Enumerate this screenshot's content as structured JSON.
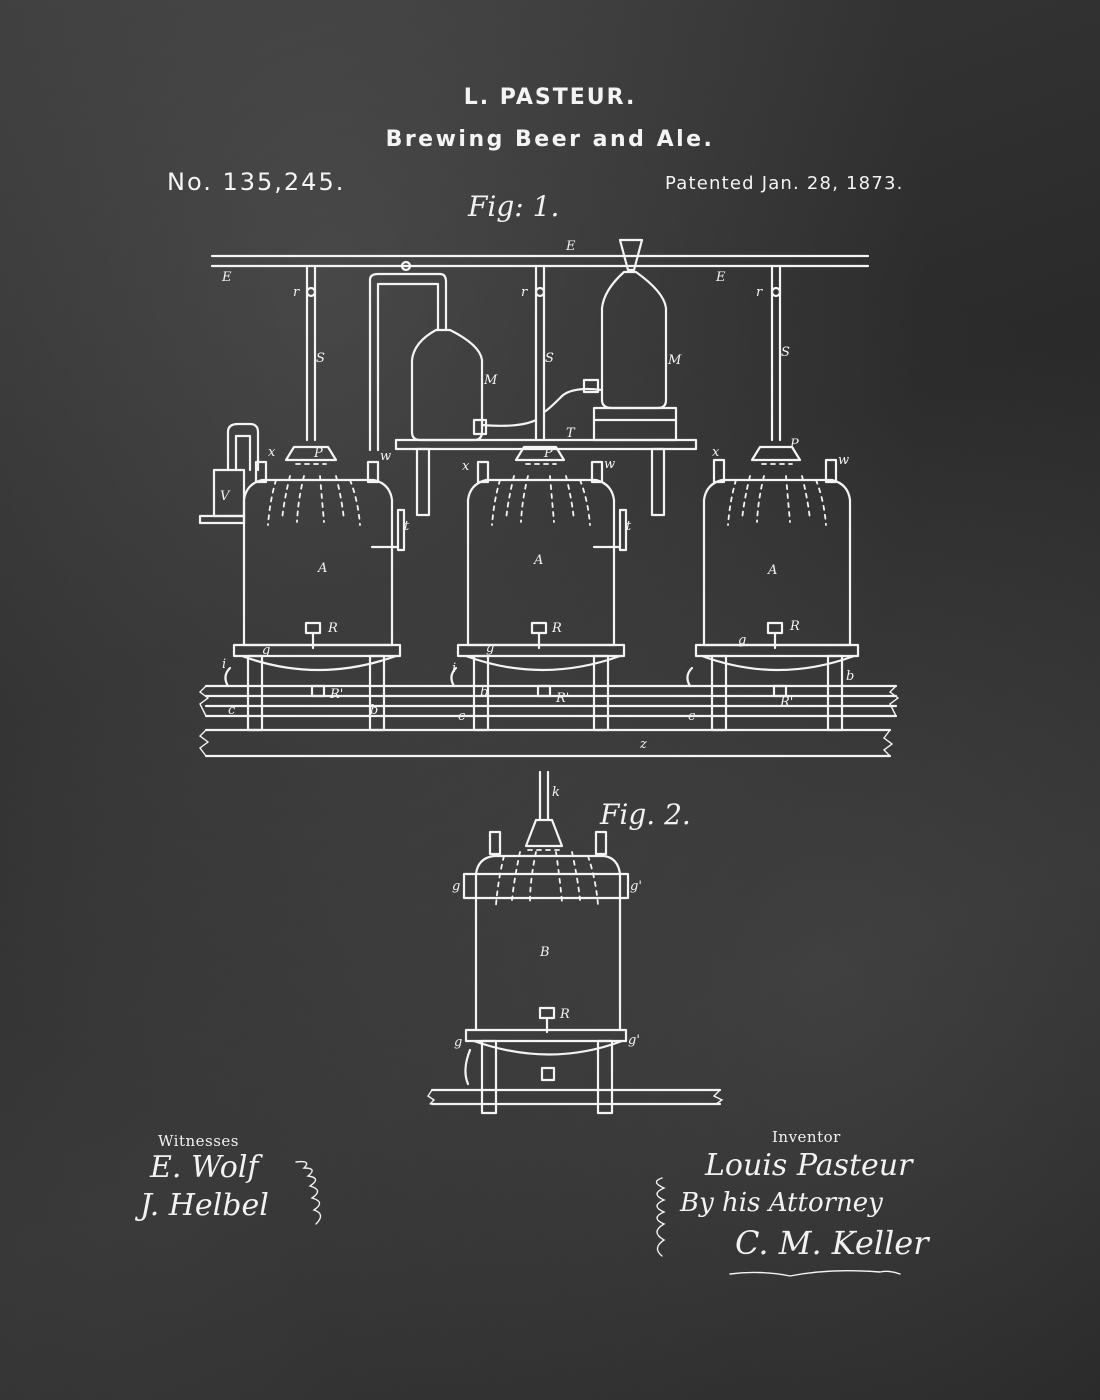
{
  "header": {
    "inventor_name": "L. PASTEUR.",
    "title": "Brewing Beer and Ale.",
    "patent_number": "No. 135,245.",
    "patent_date": "Patented Jan. 28, 1873."
  },
  "figures": {
    "fig1_label": "Fig: 1.",
    "fig2_label": "Fig. 2."
  },
  "part_labels": {
    "pipe": "E",
    "tap": "r",
    "stem": "S",
    "flask": "M",
    "table": "T",
    "sprinkler": "P",
    "vessel": "A",
    "vessel_b": "B",
    "cock": "R",
    "cock_lower": "R'",
    "ring": "g",
    "ring_b": "g'",
    "thermo": "t",
    "vent": "w",
    "x": "x",
    "support": "b",
    "beam": "c",
    "drain": "i",
    "floor": "z",
    "syphon": "V",
    "k": "k"
  },
  "signatures": {
    "witnesses_label": "Witnesses",
    "witness_1": "E. Wolf",
    "witness_2": "J. Helbel",
    "inventor_label": "Inventor",
    "inventor_signature": "Louis Pasteur",
    "attorney_line": "By his Attorney",
    "attorney_signature": "C. M. Keller"
  }
}
